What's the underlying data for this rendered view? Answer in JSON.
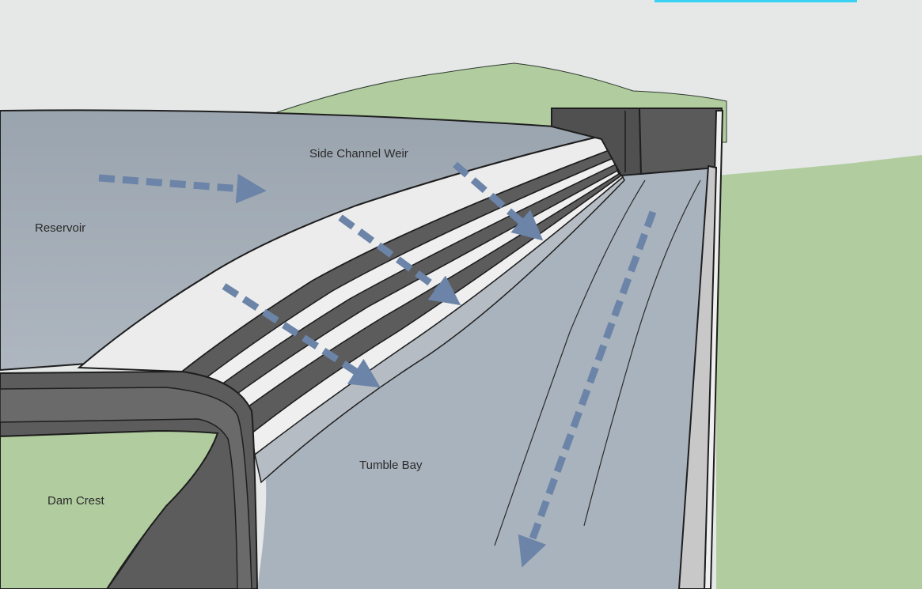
{
  "labels": {
    "reservoir": "Reservoir",
    "side_channel_weir": "Side Channel Weir",
    "tumble_bay": "Tumble Bay",
    "dam_crest": "Dam Crest"
  },
  "colors": {
    "sky": "#e6e8e8",
    "grass": "#b1cd9f",
    "water": "#a9b3bd",
    "concrete_dark": "#5c5c5c",
    "concrete_light": "#e9e9e9",
    "arrow": "#6c84a8",
    "highlight_bar": "#38d1f4"
  }
}
